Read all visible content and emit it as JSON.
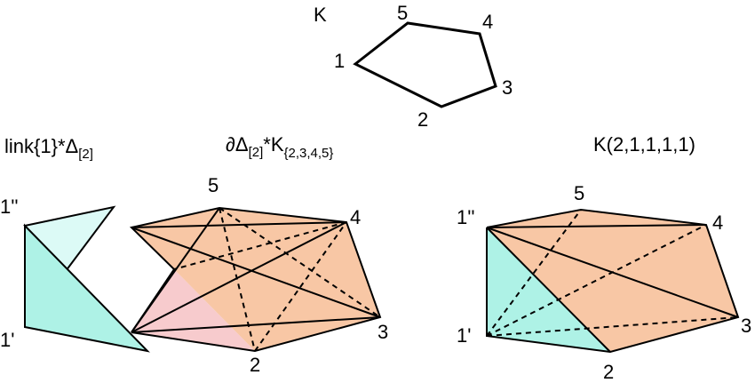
{
  "labels": {
    "K_title": "K",
    "K_v1": "1",
    "K_v2": "2",
    "K_v3": "3",
    "K_v4": "4",
    "K_v5": "5",
    "left_title_main": "link{1}",
    "left_title_star": "*",
    "left_title_delta": "Δ",
    "left_title_sub": "[2]",
    "left_v1pp": "1''",
    "left_v1p": "1'",
    "mid_title_partial": "∂Δ",
    "mid_title_sub1": "[2]",
    "mid_title_star": "*",
    "mid_title_K": "K",
    "mid_title_sub2": "{2,3,4,5}",
    "mid_v2": "2",
    "mid_v3": "3",
    "mid_v4": "4",
    "mid_v5": "5",
    "right_title": "K(2,1,1,1,1)",
    "right_v1pp": "1''",
    "right_v1p": "1'",
    "right_v2": "2",
    "right_v3": "3",
    "right_v4": "4",
    "right_v5": "5"
  },
  "colors": {
    "stroke": "#000000",
    "cyan_fill": "#aef2e6",
    "light_cyan_fill": "#dcfaf6",
    "orange_fill": "#f8c7a5",
    "pink_fill": "#f7cbcd"
  }
}
